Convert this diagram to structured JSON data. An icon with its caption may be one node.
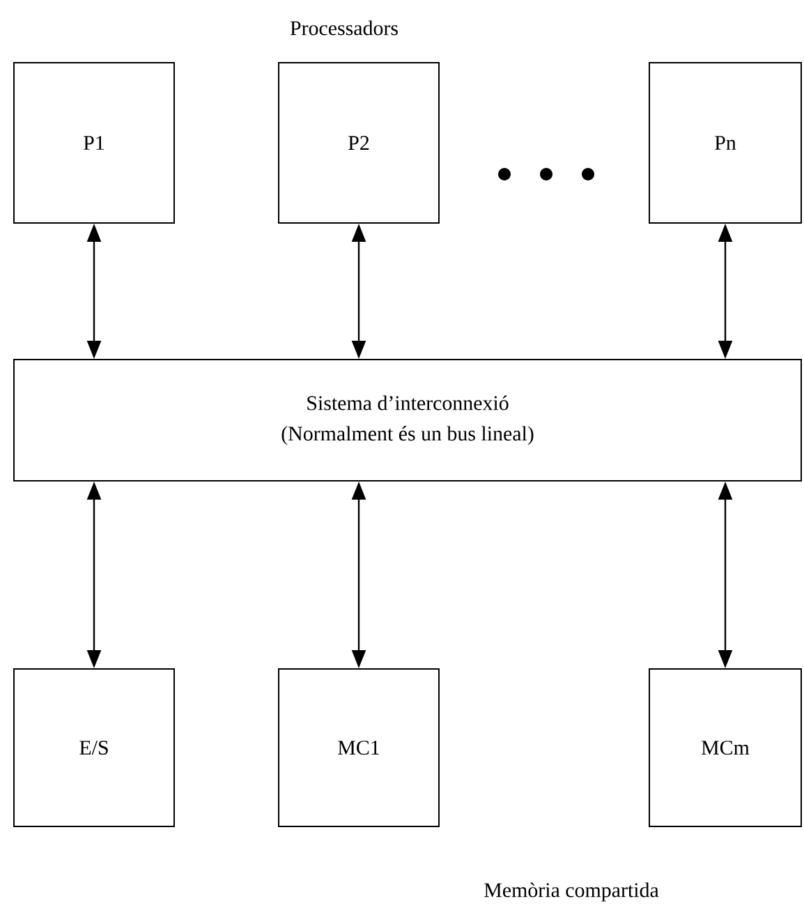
{
  "diagram": {
    "nodes": [
      {
        "text": [
          "P1"
        ]
      },
      {
        "text": [
          "P2"
        ]
      },
      {
        "text": [
          "Pn"
        ]
      },
      {
        "text": [
          "Sistema d’interconnexió",
          "(Normalment és un bus lineal)"
        ]
      },
      {
        "text": [
          "E/S"
        ]
      },
      {
        "text": [
          "MC1"
        ]
      },
      {
        "text": [
          "MCm"
        ]
      }
    ],
    "edges": [
      {
        "from": 0,
        "to": 3,
        "arrow": "both"
      },
      {
        "from": 1,
        "to": 3,
        "arrow": "both"
      },
      {
        "from": 2,
        "to": 3,
        "arrow": "both"
      },
      {
        "from": 3,
        "to": 4,
        "arrow": "both"
      },
      {
        "from": 3,
        "to": 5,
        "arrow": "both"
      },
      {
        "from": 3,
        "to": 6,
        "arrow": "both"
      }
    ],
    "labels": [
      "Processadors",
      "Memòria compartida"
    ]
  }
}
